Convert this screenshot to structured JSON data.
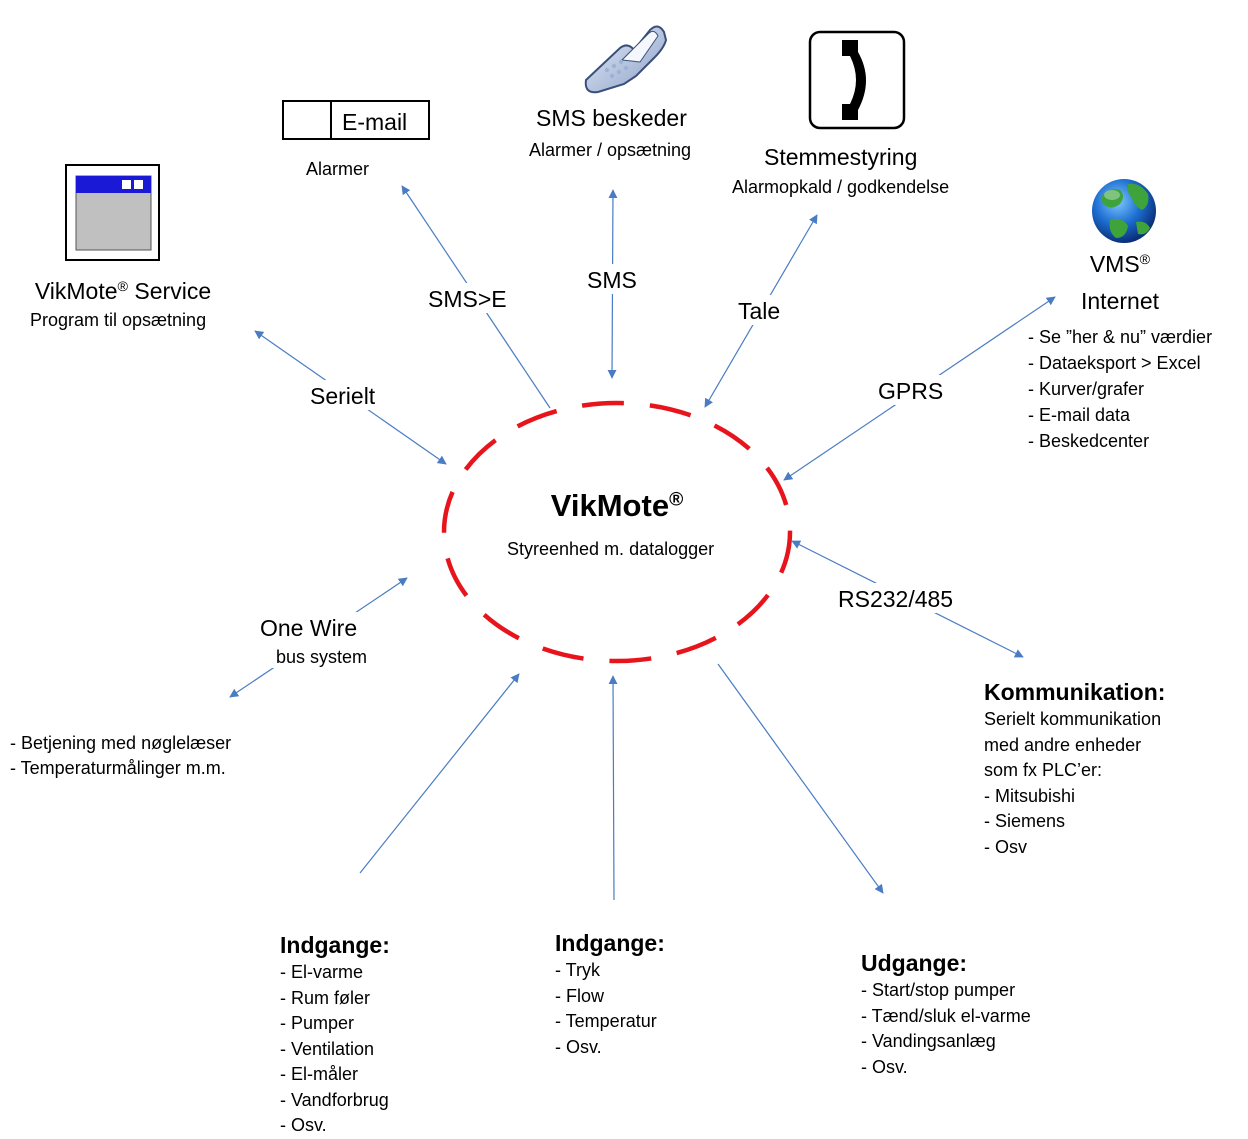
{
  "center": {
    "title": "VikMote",
    "title_mark": "®",
    "subtitle": "Styreenhed m. datalogger",
    "ellipse_color": "#e8141c"
  },
  "arrow_color": "#4a7cc4",
  "service": {
    "title": "VikMote",
    "title_mark": "®",
    "title_suffix": " Service",
    "subtitle": "Program til opsætning",
    "icon": "window-icon",
    "link_label": "Serielt"
  },
  "email": {
    "box_label": "E-mail",
    "caption": "Alarmer",
    "icon": "envelope-icon",
    "link_label": "SMS>E"
  },
  "sms": {
    "title": "SMS beskeder",
    "subtitle": "Alarmer / opsætning",
    "icon": "mobile-phone-icon",
    "link_label": "SMS"
  },
  "voice": {
    "title": "Stemmestyring",
    "subtitle": "Alarmopkald / godkendelse",
    "icon": "telephone-icon",
    "link_label": "Tale"
  },
  "vms": {
    "title": "VMS",
    "title_mark": "®",
    "subtitle": "Internet",
    "icon": "globe-icon",
    "link_label": "GPRS",
    "items": [
      "- Se ”her & nu” værdier",
      "- Dataeksport > Excel",
      "- Kurver/grafer",
      "- E-mail data",
      "- Beskedcenter"
    ]
  },
  "onewire": {
    "title": "One Wire",
    "subtitle": "bus system",
    "items": [
      "- Betjening med nøglelæser",
      "- Temperaturmålinger m.m."
    ]
  },
  "rs": {
    "link_label": "RS232/485",
    "heading": "Kommunikation:",
    "items": [
      "Serielt kommunikation",
      "med andre enheder",
      "som fx PLC’er:",
      "- Mitsubishi",
      "- Siemens",
      "- Osv"
    ]
  },
  "inputs_left": {
    "heading": "Indgange:",
    "items": [
      "- El-varme",
      "- Rum føler",
      "- Pumper",
      "- Ventilation",
      "- El-måler",
      "- Vandforbrug",
      "- Osv."
    ]
  },
  "inputs_mid": {
    "heading": "Indgange:",
    "items": [
      "- Tryk",
      "- Flow",
      "- Temperatur",
      "- Osv."
    ]
  },
  "outputs": {
    "heading": "Udgange:",
    "items": [
      "- Start/stop pumper",
      "- Tænd/sluk el-varme",
      "- Vandingsanlæg",
      "- Osv."
    ]
  }
}
